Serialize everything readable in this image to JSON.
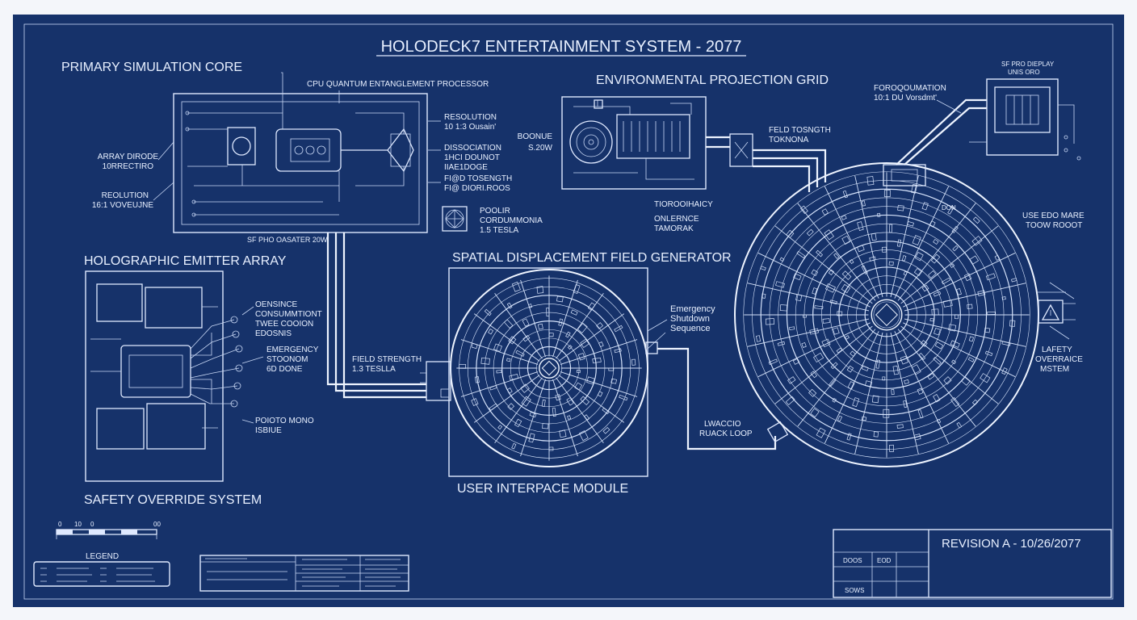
{
  "title": "HOLODECK7 ENTERTAINMENT SYSTEM - 2077",
  "sections": {
    "primary_core": "PRIMARY SIMULATION CORE",
    "emitter_array": "HOLOGRAPHIC EMITTER ARRAY",
    "safety_override": "SAFETY OVERRIDE SYSTEM",
    "environmental_grid": "ENVIRONMENTAL PROJECTION GRID",
    "spatial_field": "SPATIAL DISPLACEMENT FIELD GENERATOR",
    "user_interface": "USER INTERPACE MODULE"
  },
  "core_labels": {
    "cpu": "CPU QUANTUM ENTANGLEMENT PROCESSOR",
    "array_left": [
      "ARRAY DIRODE",
      "10RRECTIRO"
    ],
    "resolution_left": [
      "REOLUTION",
      "16:1 VOVEUJNE"
    ],
    "resolution_right": [
      "RESOLUTION",
      "10 1:3 Ousain'"
    ],
    "dissociation": [
      "DISSOCIATION",
      "1HCI DOUNOT",
      "IIAE1DOGE"
    ],
    "field_strength": [
      "FI@D TOSENGTH",
      "FI@ DIORI.ROOS"
    ],
    "bottom": "SF PHO OASATER 20W",
    "polar": [
      "POOLIR",
      "CORDUMMONIA",
      "1.5 TESLA"
    ]
  },
  "env_labels": {
    "left": [
      "BOONUE",
      "S.20W"
    ],
    "right": [
      "FELD TOSNGTH",
      "TOKNONA"
    ],
    "bottom": [
      "TIOROOIHAICY",
      "ONLERNCE",
      "TAMORAK"
    ]
  },
  "emitter_labels": {
    "a": [
      "OENSINCE",
      "CONSUMMTIONT",
      "TWEE COOION",
      "EDOSNIS"
    ],
    "b": [
      "EMERGENCY",
      "STOONOM",
      "6D DONE"
    ],
    "c": [
      "POIOTO MONO",
      "ISBIUE"
    ]
  },
  "field_labels": {
    "strength": [
      "FIELD STRENGTH",
      "1.3 TESLLA"
    ],
    "emergency": [
      "Emergency",
      "Shutdown",
      "Sequence"
    ],
    "feedback": [
      "LWACCIO",
      "RUACK LOOP"
    ]
  },
  "right_labels": {
    "display": [
      "SF PRO DIEPLAY",
      "UNIS ORO"
    ],
    "processing": [
      "FOROQOUMATION",
      "10:1 DU Vorsdmt'"
    ],
    "don": "DON",
    "top_right": [
      "USE EDO MARE",
      "TOOW ROOOT"
    ],
    "safety": [
      "LAFETY",
      "OVERRAICE",
      "MSTEM"
    ]
  },
  "legend": {
    "title": "LEGEND",
    "scale_ticks": [
      "0",
      "10",
      "0",
      "00"
    ]
  },
  "revision": "REVISION A - 10/26/2077",
  "title_block": {
    "row1": [
      "DOOS",
      "EOD"
    ],
    "row2": [
      "SOWS"
    ]
  },
  "colors": {
    "background": "#16326a",
    "line": "#dfe9ff"
  }
}
